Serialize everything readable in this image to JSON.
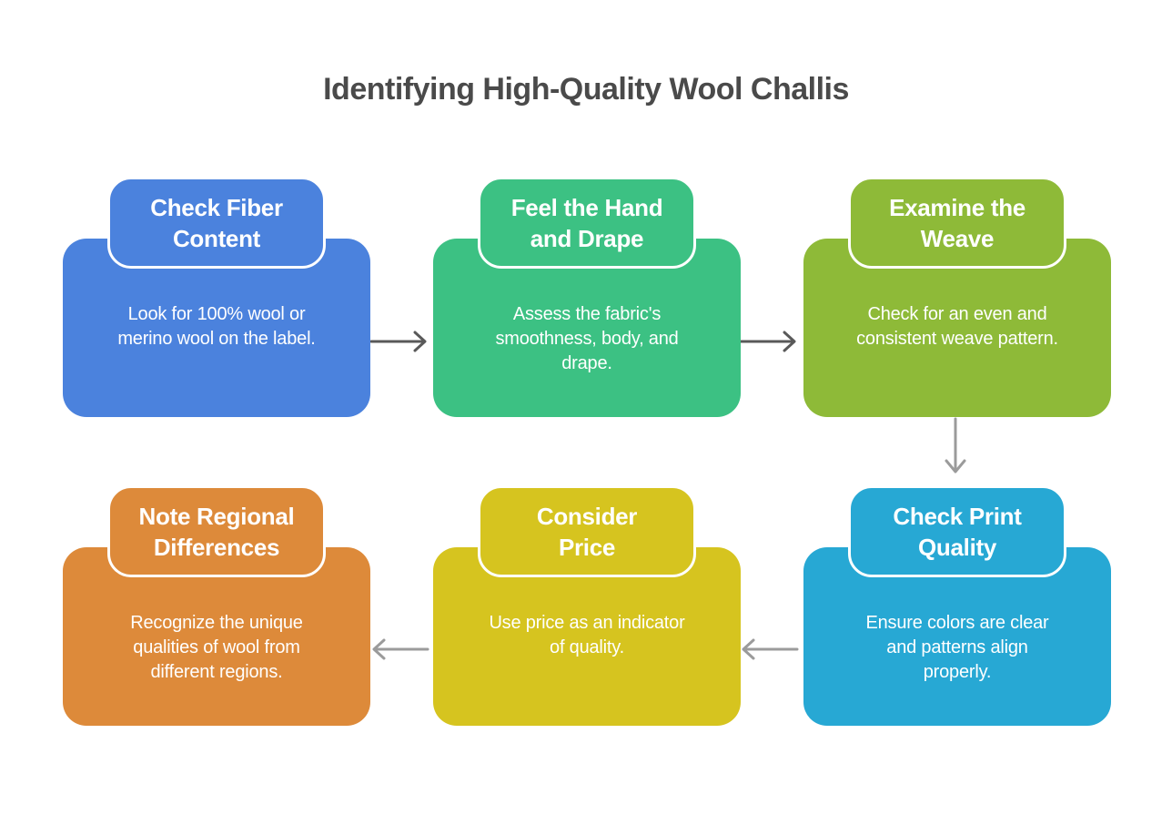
{
  "title": "Identifying High-Quality Wool Challis",
  "title_color": "#4a4a4a",
  "steps": [
    {
      "order": 1,
      "title": "Check Fiber\nContent",
      "description": "Look for 100% wool or\nmerino wool on the label.",
      "color": "#4b82dd"
    },
    {
      "order": 2,
      "title": "Feel the Hand\nand Drape",
      "description": "Assess the fabric's\nsmoothness, body, and\ndrape.",
      "color": "#3cc183"
    },
    {
      "order": 3,
      "title": "Examine the\nWeave",
      "description": "Check for an even and\nconsistent weave pattern.",
      "color": "#8eba38"
    },
    {
      "order": 4,
      "title": "Check Print\nQuality",
      "description": "Ensure colors are clear\nand patterns align\nproperly.",
      "color": "#27a8d4"
    },
    {
      "order": 5,
      "title": "Consider\nPrice",
      "description": "Use price as an indicator\nof quality.",
      "color": "#d6c41f"
    },
    {
      "order": 6,
      "title": "Note Regional\nDifferences",
      "description": "Recognize the unique\nqualities of wool from\ndifferent regions.",
      "color": "#dd8a3a"
    }
  ],
  "arrows": [
    {
      "from": 1,
      "to": 2,
      "direction": "right",
      "color": "#595959"
    },
    {
      "from": 2,
      "to": 3,
      "direction": "right",
      "color": "#595959"
    },
    {
      "from": 3,
      "to": 4,
      "direction": "down",
      "color": "#9b9b9b"
    },
    {
      "from": 4,
      "to": 5,
      "direction": "left",
      "color": "#9b9b9b"
    },
    {
      "from": 5,
      "to": 6,
      "direction": "left",
      "color": "#9b9b9b"
    }
  ]
}
